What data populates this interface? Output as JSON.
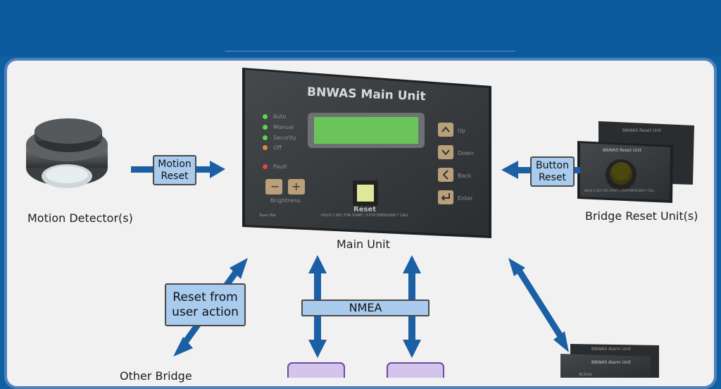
{
  "colors": {
    "background": "#0f5fa3",
    "panel": "#f1f1f1",
    "arrow": "#1b5fa4",
    "label_box": "#a9cbee",
    "device": "#3a3d3f",
    "display": "#6bc45a"
  },
  "labels": {
    "motion_detector": "Motion Detector(s)",
    "main_unit": "Main Unit",
    "bridge_reset_unit": "Bridge Reset Unit(s)",
    "other_bridge": "Other Bridge"
  },
  "boxes": {
    "motion_reset": "Motion\nReset",
    "button_reset": "Button\nReset",
    "reset_user_action": "Reset from\nuser action",
    "nmea": "NMEA"
  },
  "main_unit_panel": {
    "title": "BNWAS Main Unit",
    "leds": [
      "Auto",
      "Manual",
      "Security",
      "Off"
    ],
    "fault": "Fault",
    "brightness": "Brightness",
    "minus": "−",
    "plus": "+",
    "reset": "Reset",
    "hold_text": "HOLD 2 SEC FOR START / STOP EMERGENCY CALL",
    "nav": [
      "Up",
      "Down",
      "Back",
      "Enter"
    ],
    "brand": "Team Mar"
  },
  "reset_unit_panel": {
    "title": "BNWAS Reset Unit",
    "hold_text": "HOLD 2 SEC FOR START / STOP EMERGENCY CALL"
  },
  "alarm_unit_panel": {
    "title": "BNWAS Alarm Unit",
    "active": "Active"
  }
}
